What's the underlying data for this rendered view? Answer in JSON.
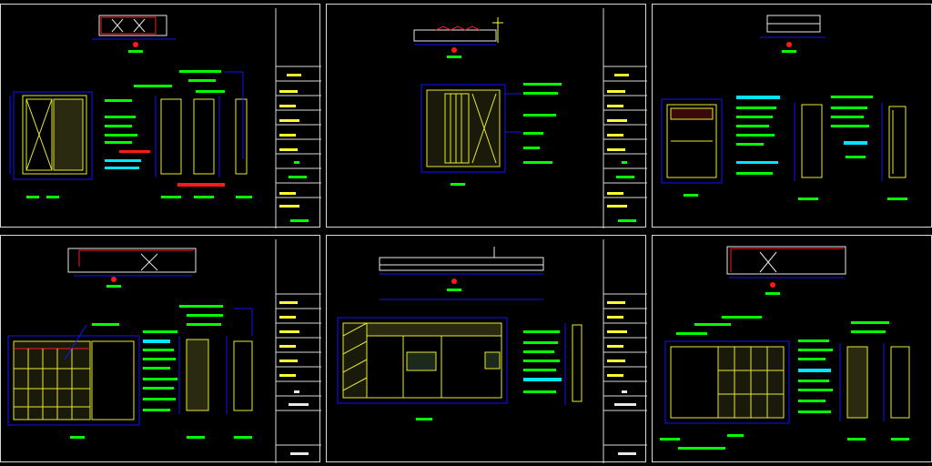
{
  "colors": {
    "background": "#000000",
    "sheet_border": "#d8d8d8",
    "dimension": "#1515ff",
    "annotation": "#00ff00",
    "outline": "#e8e830",
    "highlight": "#00e5ff",
    "cut_line": "#ff1a1a",
    "titleblock_bar": "#ffff33",
    "titleblock_text": "#e8e8e8"
  },
  "sheets": [
    {
      "id": "sheet-1",
      "plan": "wardrobe-plan",
      "elevation_count": 4
    },
    {
      "id": "sheet-2",
      "plan": "cabinet-plan",
      "elevation_count": 1
    },
    {
      "id": "sheet-3",
      "plan": "closet-plan",
      "elevation_count": 3
    },
    {
      "id": "sheet-4",
      "plan": "wardrobe-plan",
      "elevation_count": 3
    },
    {
      "id": "sheet-5",
      "plan": "tv-wall-plan",
      "elevation_count": 2
    },
    {
      "id": "sheet-6",
      "plan": "closet-plan",
      "elevation_count": 3
    }
  ]
}
